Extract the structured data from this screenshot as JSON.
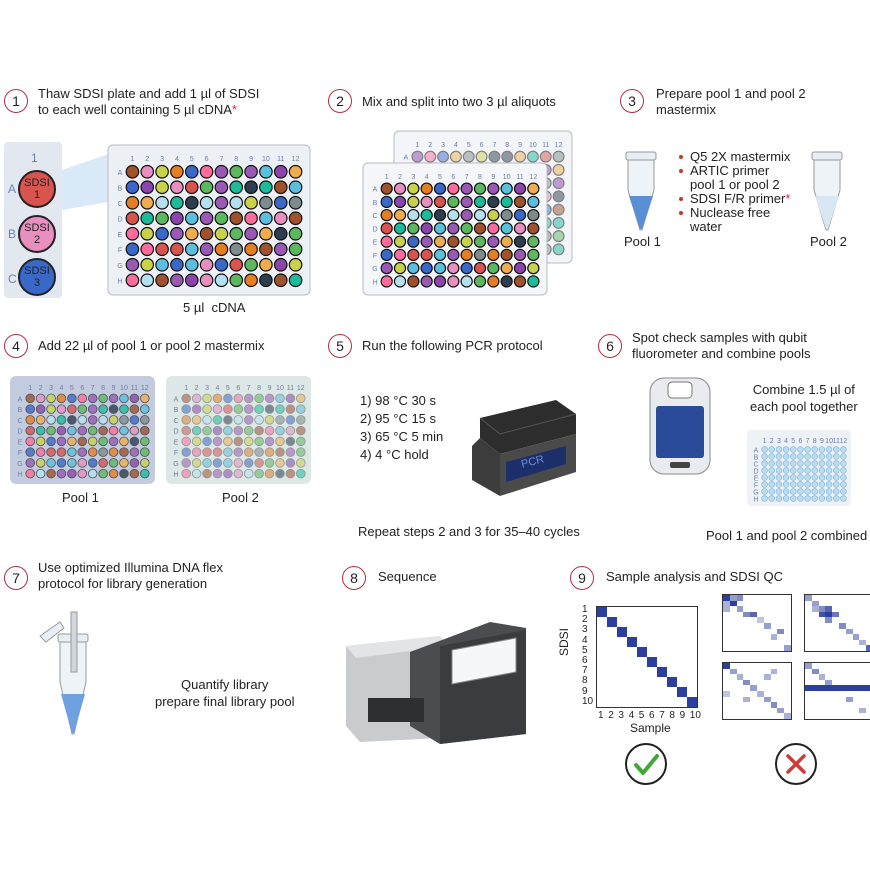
{
  "steps": [
    {
      "num": "1",
      "title": "Thaw SDSI plate and add 1 µl of SDSI\nto each well containing 5 µl cDNA",
      "star": "*"
    },
    {
      "num": "2",
      "title": "Mix and split into two 3 µl aliquots"
    },
    {
      "num": "3",
      "title": "Prepare pool 1 and pool 2\nmastermix"
    },
    {
      "num": "4",
      "title": "Add 22 µl of pool 1 or pool 2 mastermix"
    },
    {
      "num": "5",
      "title": "Run the following PCR protocol"
    },
    {
      "num": "6",
      "title": "Spot check samples with qubit\nfluorometer and combine pools"
    },
    {
      "num": "7",
      "title": "Use optimized Illumina DNA flex\nprotocol for library generation"
    },
    {
      "num": "8",
      "title": "Sequence"
    },
    {
      "num": "9",
      "title": "Sample analysis and SDSI QC"
    }
  ],
  "plate": {
    "cols": [
      "1",
      "2",
      "3",
      "4",
      "5",
      "6",
      "7",
      "8",
      "9",
      "10",
      "11",
      "12"
    ],
    "rows": [
      "A",
      "B",
      "C",
      "D",
      "E",
      "F",
      "G",
      "H"
    ]
  },
  "step1": {
    "strip_col": "1",
    "strip_rows": [
      "A",
      "B",
      "C"
    ],
    "wells": [
      {
        "line1": "SDSI",
        "line2": "1"
      },
      {
        "line1": "SDSI",
        "line2": "2"
      },
      {
        "line1": "SDSI",
        "line2": "3"
      }
    ],
    "plate_label": "5 µl  cDNA"
  },
  "step3": {
    "items": [
      "Q5 2X mastermix",
      "ARTIC primer\npool 1 or pool 2",
      "SDSI F/R primer",
      "Nuclease free\nwater"
    ],
    "star_item_index": 2,
    "star": "*",
    "tube1": "Pool 1",
    "tube2": "Pool 2"
  },
  "step4": {
    "plate1": "Pool 1",
    "plate2": "Pool 2"
  },
  "step5": {
    "protocol": [
      "1) 98 °C 30 s",
      "2) 95 °C 15 s",
      "3) 65 °C 5 min",
      "4) 4 °C hold"
    ],
    "repeat": "Repeat steps 2 and 3 for 35–40 cycles",
    "device_label": "PCR"
  },
  "step6": {
    "combine": "Combine 1.5 µl of\neach pool together",
    "combined": "Pool 1 and pool 2 combined"
  },
  "step7": {
    "quantify": "Quantify library\nprepare final library pool"
  },
  "step9": {
    "ylabel": "SDSI",
    "xlabel": "Sample",
    "ticks": [
      "1",
      "2",
      "3",
      "4",
      "5",
      "6",
      "7",
      "8",
      "9",
      "10"
    ],
    "good": "check",
    "bad": "cross"
  },
  "colors": {
    "accent": "#b03040",
    "well_fill": "#2c7bb6",
    "mastermix": "#5a8fd6"
  }
}
